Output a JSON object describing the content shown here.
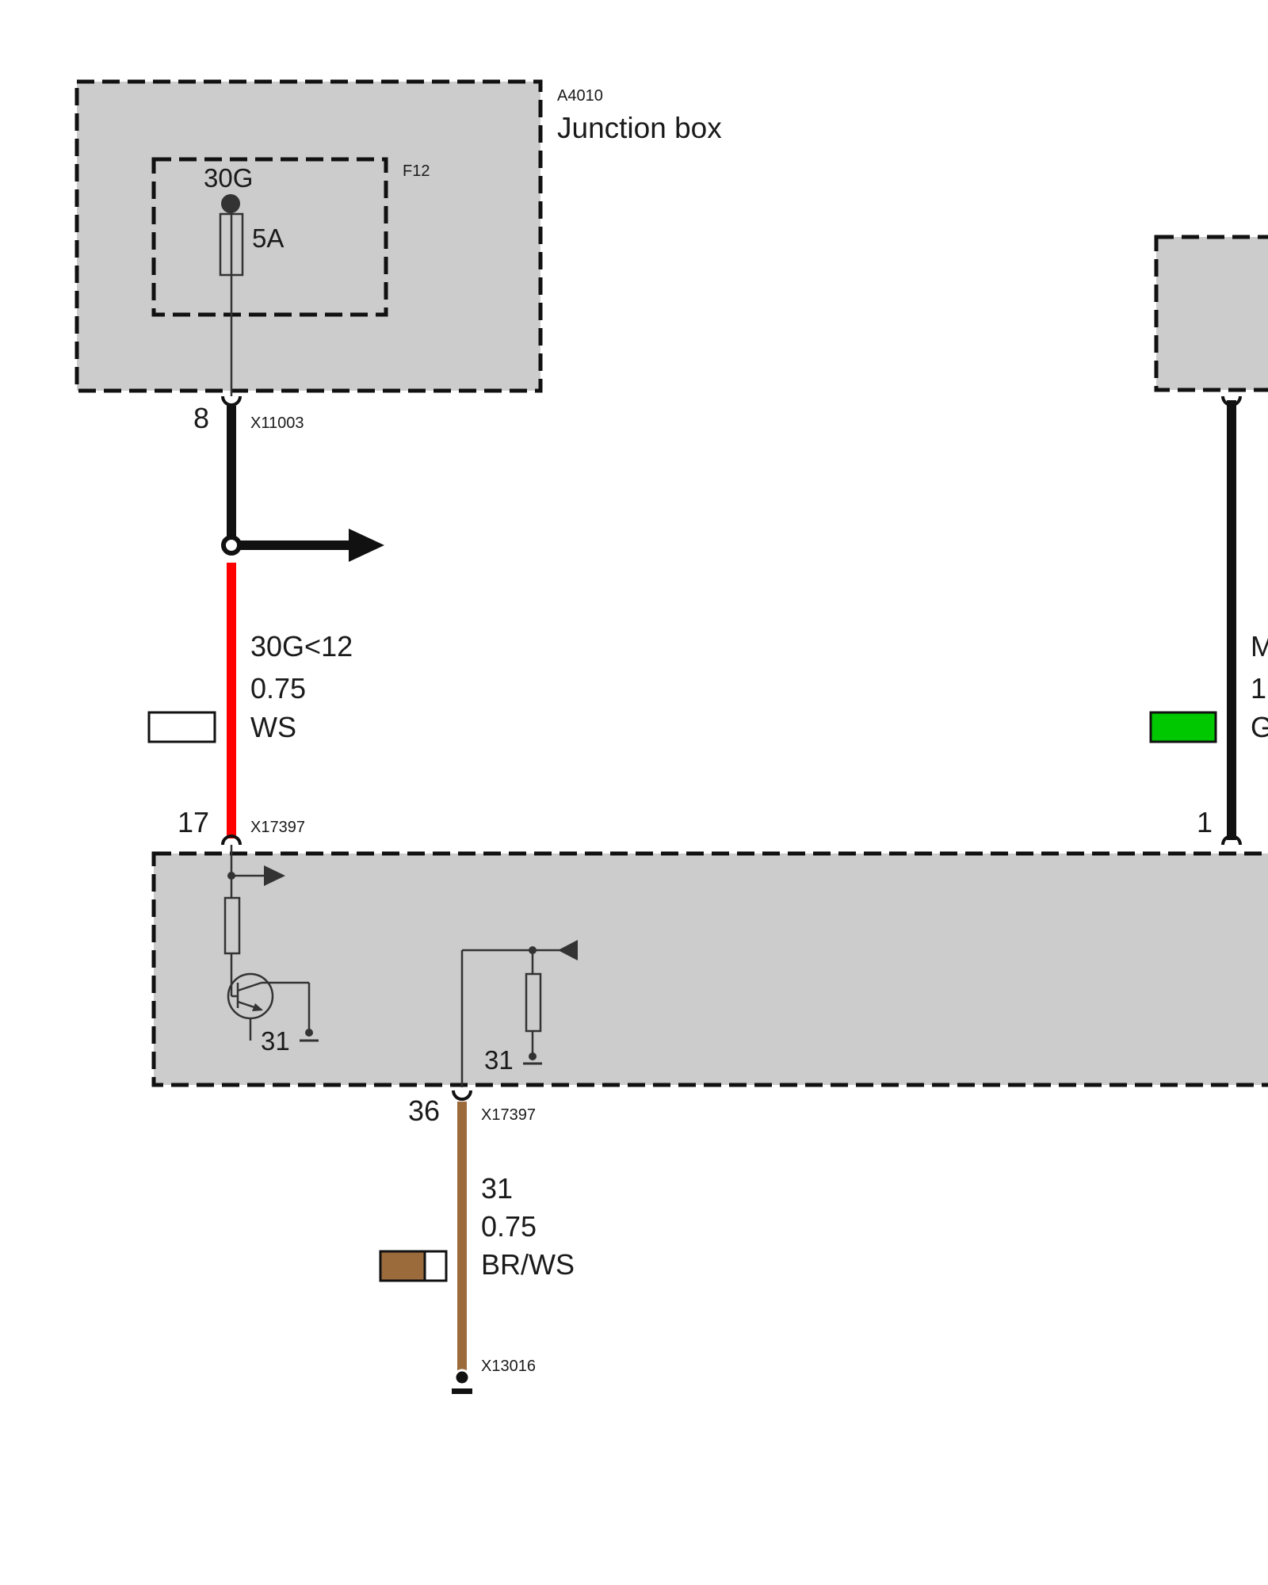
{
  "colors": {
    "background": "#ffffff",
    "module_fill": "#cccccc",
    "outline": "#111111",
    "wire_black": "#111111",
    "wire_red": "#ff0000",
    "wire_brown": "#9c6b3c",
    "swatch_white": "#ffffff",
    "swatch_green": "#00c800",
    "swatch_brown": "#9c6b3c"
  },
  "junction_box": {
    "id": "A4010",
    "title": "Junction box",
    "fuse": {
      "id": "F12",
      "terminal": "30G",
      "rating": "5A"
    }
  },
  "connectors": {
    "top_left": {
      "pin": "8",
      "id": "X11003"
    },
    "module_left": {
      "pin": "17",
      "id": "X17397"
    },
    "module_bottom": {
      "pin": "36",
      "id": "X17397"
    },
    "ground": {
      "id": "X13016"
    },
    "right_module": {
      "pin": "1"
    }
  },
  "wires": {
    "feed": {
      "signal": "30G<12",
      "gauge": "0.75",
      "color_code": "WS",
      "swatch": "white"
    },
    "ground": {
      "signal": "31",
      "gauge": "0.75",
      "color_code": "BR/WS",
      "swatch": "brown-white"
    },
    "right": {
      "signal": "M",
      "gauge": "1",
      "color_code": "G",
      "swatch": "green"
    }
  },
  "module": {
    "ground_label_1": "31",
    "ground_label_2": "31"
  },
  "icons": [
    "fuse-icon",
    "transistor-icon",
    "resistor-icon",
    "ground-icon",
    "arrow-right-icon",
    "arrow-left-icon"
  ]
}
